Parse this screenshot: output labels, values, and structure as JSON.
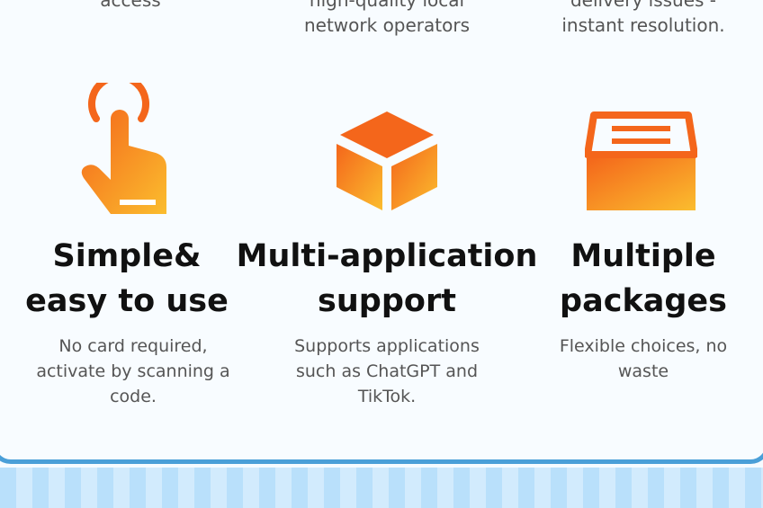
{
  "top_row": [
    {
      "lines": [
        "access"
      ]
    },
    {
      "lines": [
        "high-quality local",
        "network operators"
      ]
    },
    {
      "lines": [
        "delivery issues -",
        "instant resolution."
      ]
    }
  ],
  "features": [
    {
      "icon": "tap-hand-icon",
      "title_lines": [
        "Simple&",
        "easy to use"
      ],
      "desc_lines": [
        "No card required,",
        "activate by scanning a",
        "code."
      ]
    },
    {
      "icon": "cube-icon",
      "title_lines": [
        "Multi-application",
        "support"
      ],
      "desc_lines": [
        "Supports applications",
        "such as ChatGPT and",
        "TikTok."
      ]
    },
    {
      "icon": "package-tray-icon",
      "title_lines": [
        "Multiple",
        "packages"
      ],
      "desc_lines": [
        "Flexible choices, no",
        "waste"
      ]
    }
  ],
  "colors": {
    "accent_orange": "#f57a1f",
    "accent_yellow": "#fbb52d",
    "border_blue": "#4a9fd8"
  }
}
